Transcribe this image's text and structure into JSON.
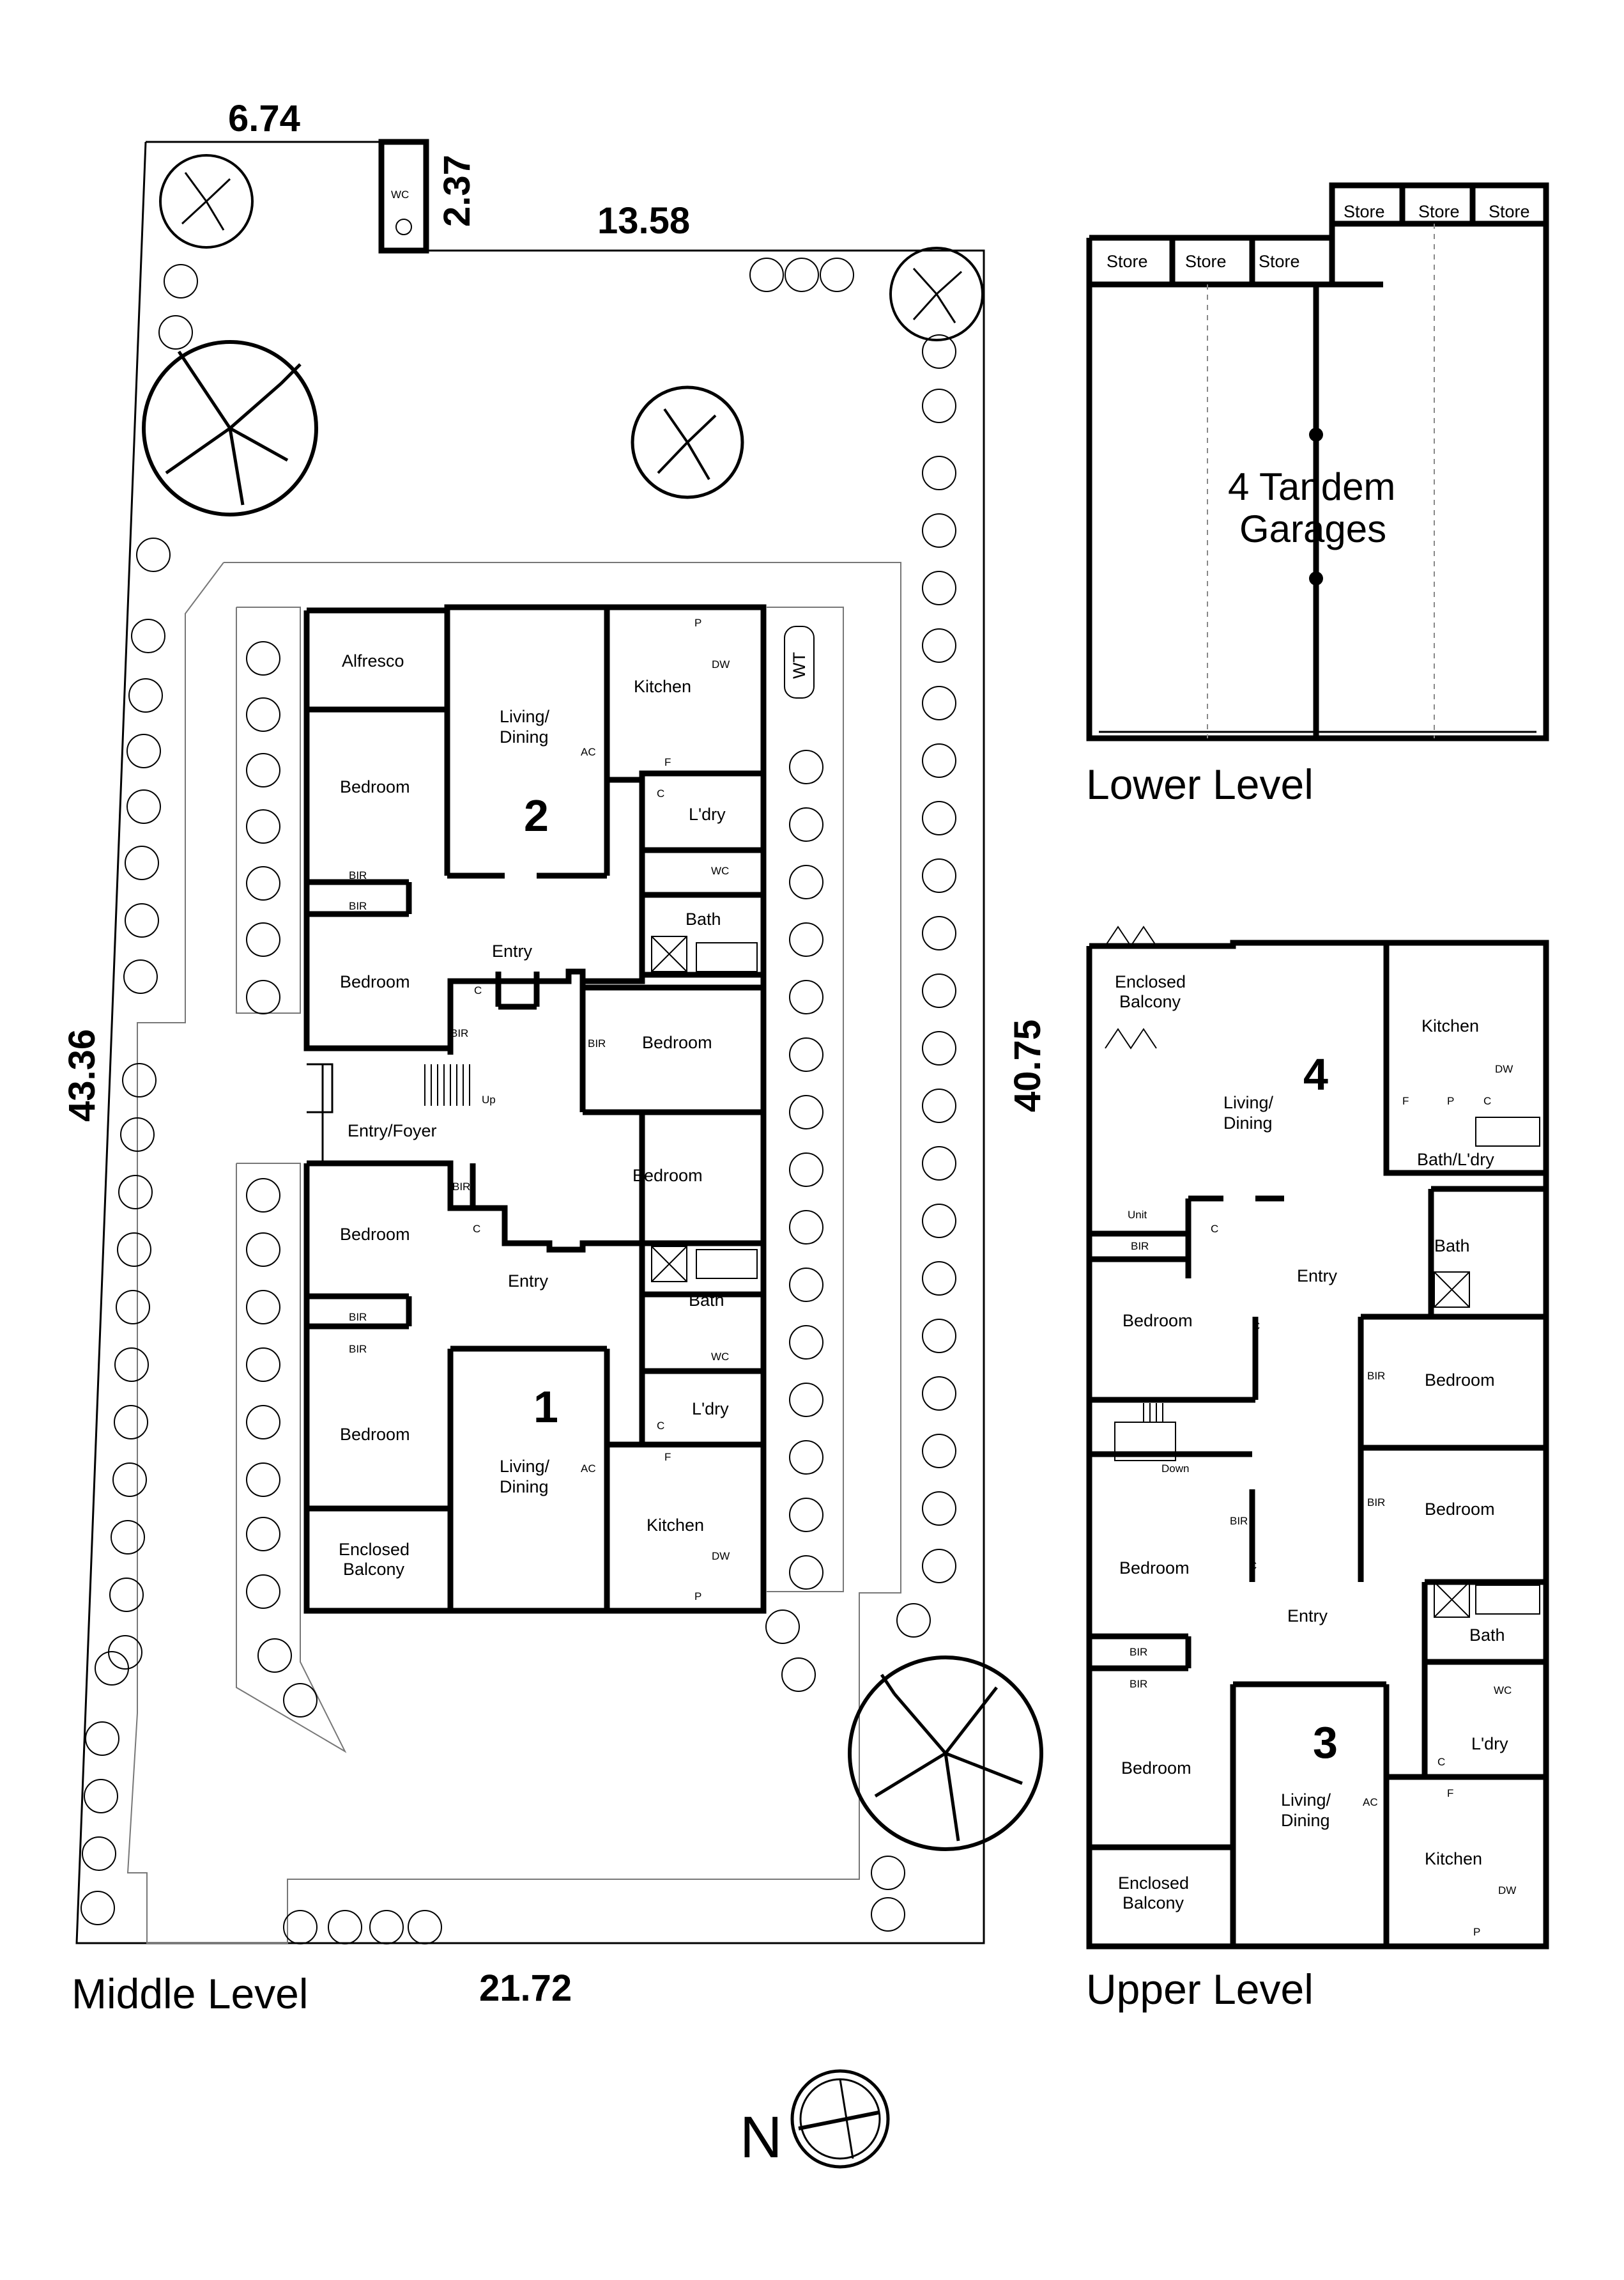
{
  "levels": {
    "middle": "Middle Level",
    "lower": "Lower Level",
    "upper": "Upper Level"
  },
  "dimensions": {
    "top_left": "6.74",
    "wc_side": "2.37",
    "top_right": "13.58",
    "left_side": "43.36",
    "right_side": "40.75",
    "bottom": "21.72"
  },
  "compass": {
    "label": "N"
  },
  "units": {
    "u1": "1",
    "u2": "2",
    "u3": "3",
    "u4": "4"
  },
  "middle_rooms": {
    "wc_small": "WC",
    "alfresco": "Alfresco",
    "living_dining_2": "Living/\nDining",
    "kitchen_2": "Kitchen",
    "wt": "WT",
    "bedroom_2a": "Bedroom",
    "bedroom_2b": "Bedroom",
    "bir_2a": "BIR",
    "bir_2b": "BIR",
    "ldry_2": "L'dry",
    "bath_2": "Bath",
    "entry_2": "Entry",
    "bedroom_2c": "Bedroom",
    "bir_2c": "BIR",
    "bir_2d": "BIR",
    "entry_foyer": "Entry/Foyer",
    "up": "Up",
    "bedroom_1c": "Bedroom",
    "bir_1a": "BIR",
    "bedroom_1a": "Bedroom",
    "entry_1": "Entry",
    "bath_1": "Bath",
    "bir_1b": "BIR",
    "bir_1c": "BIR",
    "bedroom_1b": "Bedroom",
    "living_dining_1": "Living/\nDining",
    "ldry_1": "L'dry",
    "kitchen_1": "Kitchen",
    "enclosed_balcony_1": "Enclosed\nBalcony"
  },
  "lower_rooms": {
    "store_1": "Store",
    "store_2": "Store",
    "store_3": "Store",
    "store_4": "Store",
    "store_5": "Store",
    "store_6": "Store",
    "garages": "4 Tandem\nGarages"
  },
  "upper_rooms": {
    "enclosed_balcony_4": "Enclosed\nBalcony",
    "kitchen_4": "Kitchen",
    "living_dining_4": "Living/\nDining",
    "bath_ldry_4": "Bath/L'dry",
    "unit": "Unit",
    "bir_4a": "BIR",
    "bath_4": "Bath",
    "entry_4": "Entry",
    "bedroom_4a": "Bedroom",
    "bir_4b": "BIR",
    "bedroom_4b": "Bedroom",
    "down": "Down",
    "bir_3a": "BIR",
    "bedroom_3c": "Bedroom",
    "bedroom_3a": "Bedroom",
    "bir_3b": "BIR",
    "entry_3": "Entry",
    "bath_3": "Bath",
    "bir_3c": "BIR",
    "bir_3d": "BIR",
    "ldry_3": "L'dry",
    "bedroom_3b": "Bedroom",
    "living_dining_3": "Living/\nDining",
    "kitchen_3": "Kitchen",
    "enclosed_balcony_3": "Enclosed\nBalcony"
  },
  "fixtures": {
    "p": "P",
    "dw": "DW",
    "ac": "AC",
    "f": "F",
    "c": "C",
    "wc": "WC"
  }
}
